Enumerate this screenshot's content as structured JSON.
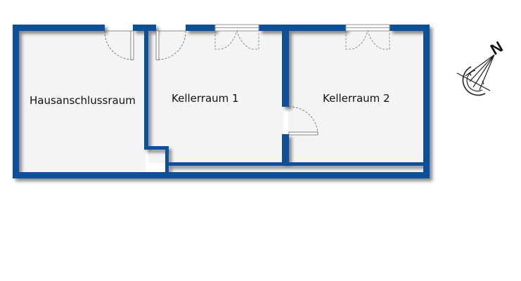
{
  "plan": {
    "wall_color": "#0d4f98",
    "floor_color": "#f4f4f5",
    "rooms": [
      {
        "id": "hausanschlussraum",
        "label": "Hausanschlussraum"
      },
      {
        "id": "kellerraum-1",
        "label": "Kellerraum 1"
      },
      {
        "id": "kellerraum-2",
        "label": "Kellerraum 2"
      }
    ],
    "compass": {
      "label": "N"
    }
  }
}
